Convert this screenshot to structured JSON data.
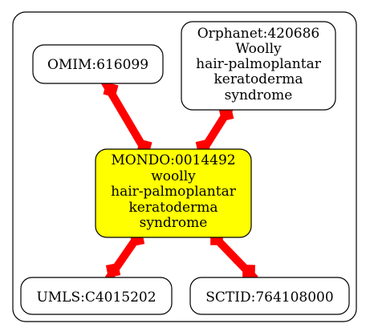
{
  "colors": {
    "edge": "#ff0000",
    "node_fill": "#ffffff",
    "central_fill": "#ffff00",
    "stroke": "#000000"
  },
  "nodes": {
    "omim": {
      "id": "OMIM:616099",
      "lines": [
        "OMIM:616099"
      ]
    },
    "orphanet": {
      "id": "Orphanet:420686",
      "lines": [
        "Orphanet:420686",
        "Woolly",
        "hair-palmoplantar",
        "keratoderma",
        "syndrome"
      ]
    },
    "mondo": {
      "id": "MONDO:0014492",
      "lines": [
        "MONDO:0014492",
        "woolly",
        "hair-palmoplantar",
        "keratoderma",
        "syndrome"
      ]
    },
    "umls": {
      "id": "UMLS:C4015202",
      "lines": [
        "UMLS:C4015202"
      ]
    },
    "sctid": {
      "id": "SCTID:764108000",
      "lines": [
        "SCTID:764108000"
      ]
    }
  },
  "edges": [
    {
      "from": "omim",
      "to": "mondo"
    },
    {
      "from": "orphanet",
      "to": "mondo"
    },
    {
      "from": "mondo",
      "to": "umls"
    },
    {
      "from": "mondo",
      "to": "sctid"
    }
  ]
}
